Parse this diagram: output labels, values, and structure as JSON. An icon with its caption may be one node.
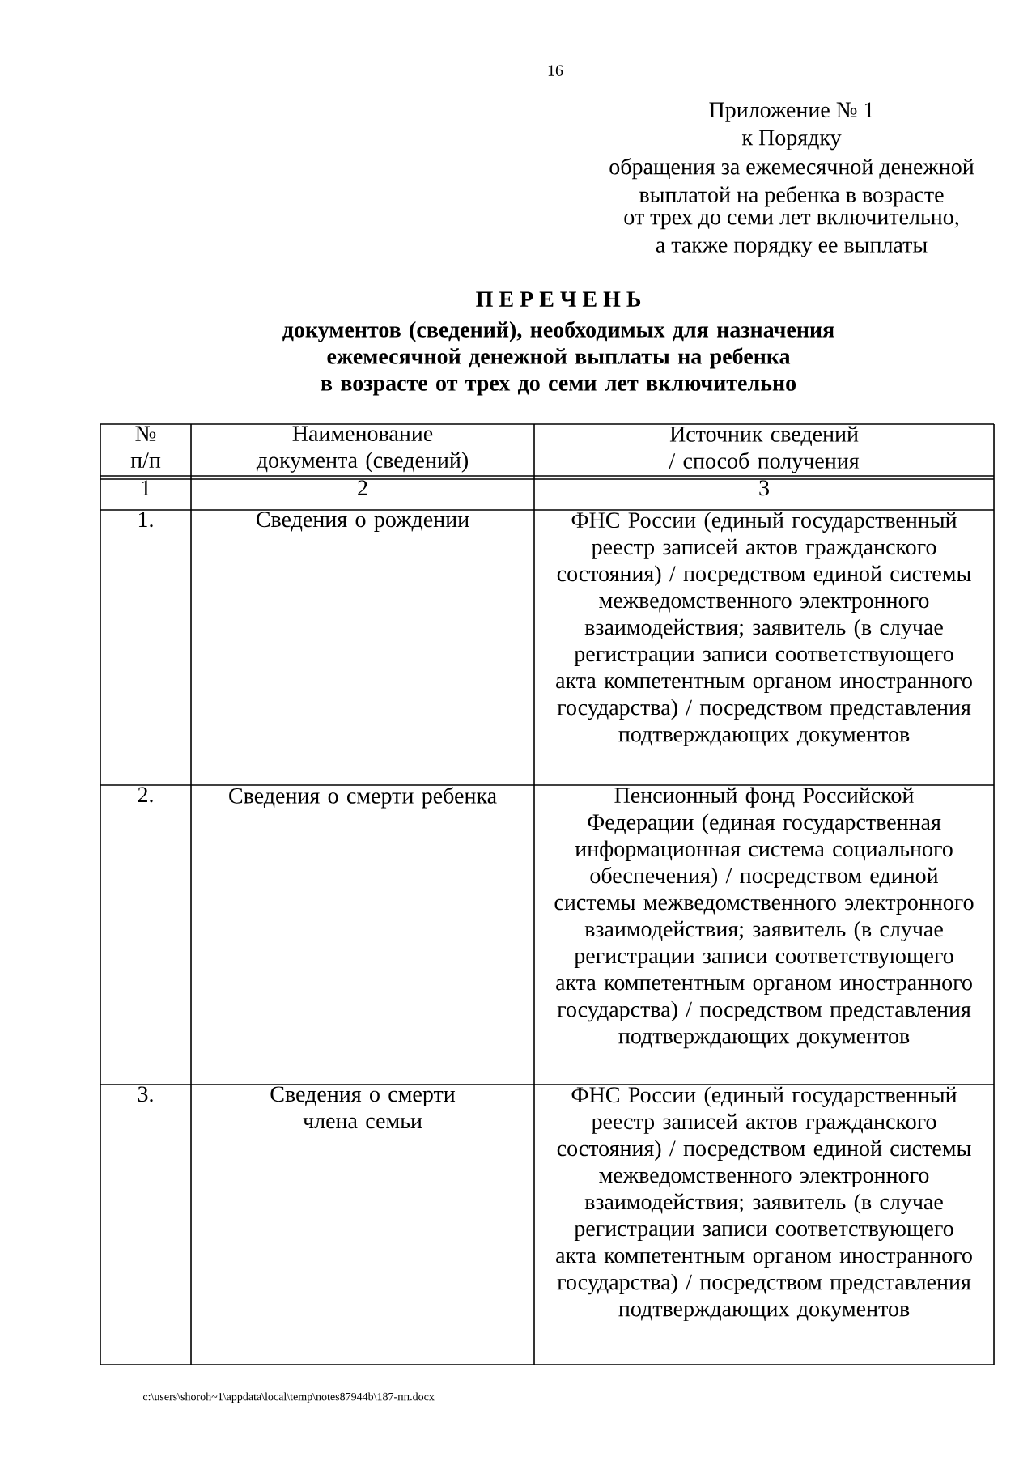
{
  "diagram": {
    "title": "П Е Р Е Ч Е Н Ь",
    "labels": [
      "16",
      "Приложение № 1",
      "к Порядку",
      "обращения за ежемесячной денежной",
      "выплатой на ребенка в возрасте",
      "от трех до семи лет включительно,",
      "а также порядку ее выплаты",
      "документов (сведений), необходимых для назначения ежемесячной денежной выплаты на ребенка в возрасте от трех до семи лет включительно",
      "№ п/п",
      "Наименование документа (сведений)",
      "Источник сведений / способ получения",
      "1",
      "2",
      "3",
      "1.",
      "Сведения о рождении",
      "ФНС России (единый государственный реестр записей актов гражданского состояния) / посредством единой системы межведомственного электронного взаимодействия; заявитель (в случае регистрации записи соответствующего акта компетентным органом иностранного государства) / посредством представления подтверждающих документов",
      "2.",
      "Сведения о смерти ребенка",
      "Пенсионный фонд Российской Федерации (единая государственная информационная система социального обеспечения) / посредством единой системы межведомственного электронного взаимодействия; заявитель (в случае регистрации записи соответствующего акта компетентным органом иностранного государства) / посредством представления подтверждающих документов",
      "3.",
      "Сведения о смерти члена семьи",
      "ФНС России (единый государственный реестр записей актов гражданского состояния) / посредством единой системы межведомственного электронного взаимодействия; заявитель (в случае регистрации записи соответствующего акта компетентным органом иностранного государства) / посредством представления подтверждающих документов",
      "c:\\users\\shoroh~1\\appdata\\local\\temp\\notes87944b\\187-пп.docx"
    ]
  }
}
